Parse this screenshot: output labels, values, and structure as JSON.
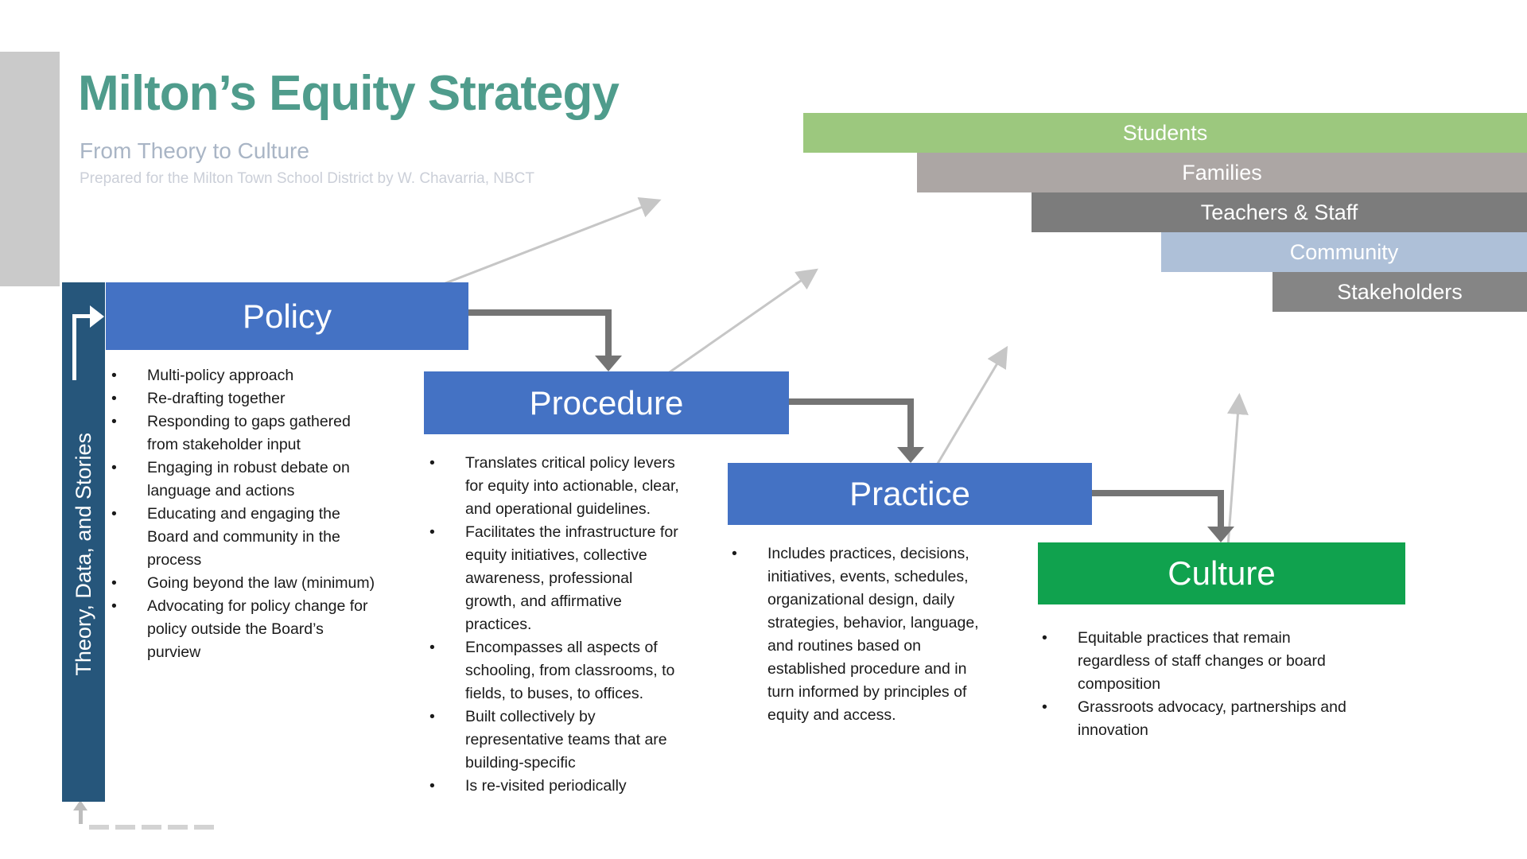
{
  "slide": {
    "title": "Milton’s Equity Strategy",
    "subtitle": "From Theory to Culture",
    "attribution": "Prepared for the Milton Town School District by W. Chavarria, NBCT"
  },
  "colors": {
    "title": "#4F9C8C",
    "subtitle": "#A9B5C5",
    "attribution": "#CBCFD8",
    "stage_blue": "#4472C4",
    "stage_green": "#10A24E",
    "side_bar": "#26567B",
    "connector": "#747474",
    "light_arrow": "#C6C6C6"
  },
  "bullet_char": "•",
  "stakeholder_bars": [
    {
      "label": "Students",
      "color": "#9CC87E"
    },
    {
      "label": "Families",
      "color": "#ACA6A4"
    },
    {
      "label": "Teachers & Staff",
      "color": "#7C7C7C"
    },
    {
      "label": "Community",
      "color": "#AEC0D8"
    },
    {
      "label": "Stakeholders",
      "color": "#858585"
    }
  ],
  "side_bar": {
    "label": "Theory, Data, and Stories"
  },
  "stages": [
    {
      "name": "Policy",
      "bullets": [
        "Multi-policy approach",
        "Re-drafting together",
        "Responding to gaps gathered\nfrom stakeholder input",
        "Engaging in robust debate on\nlanguage and actions",
        "Educating and engaging the\nBoard and community in the\nprocess",
        "Going beyond the law (minimum)",
        "Advocating for policy change for\npolicy outside the Board’s\npurview"
      ]
    },
    {
      "name": "Procedure",
      "bullets": [
        "Translates critical policy levers\nfor equity into actionable, clear,\nand operational guidelines.",
        "Facilitates the infrastructure for\nequity initiatives, collective\nawareness, professional\ngrowth, and affirmative\npractices.",
        "Encompasses all aspects of\nschooling, from classrooms, to\nfields, to buses, to offices.",
        "Built collectively by\nrepresentative teams that are\nbuilding-specific",
        "Is re-visited periodically"
      ]
    },
    {
      "name": "Practice",
      "bullets": [
        "Includes practices, decisions,\ninitiatives, events, schedules,\norganizational design, daily\nstrategies, behavior, language,\nand routines based on\nestablished procedure and in\nturn informed by principles of\nequity and access."
      ]
    },
    {
      "name": "Culture",
      "bullets": [
        "Equitable practices that remain\nregardless of staff changes or board\ncomposition",
        "Grassroots advocacy, partnerships and\ninnovation"
      ]
    }
  ]
}
